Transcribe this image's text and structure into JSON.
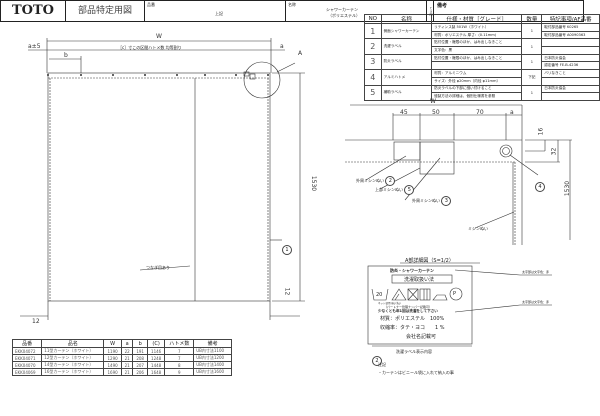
{
  "spec_table": {
    "headers": [
      "NO",
      "名称",
      "仕様・材質［グレード］",
      "数量",
      "特記事項/AF品番"
    ],
    "rows": [
      {
        "no": "1",
        "name": "側面シャワーカーテン",
        "spec": [
          "リティンス製 501W（ホワイト）",
          "材質：ポリエステル 厚さ：(0.11mm)"
        ],
        "qty": "1",
        "note": [
          "取付部品番号 K0265",
          "取付部品番号 A0090363"
        ]
      },
      {
        "no": "2",
        "name": "洗濯ラベル",
        "spec": [
          "貼付位置・権限のほか、はみ出しなきこと",
          "文字色：黒"
        ],
        "qty": "1",
        "note": [
          "",
          ""
        ]
      },
      {
        "no": "3",
        "name": "防炎ラベル",
        "spec": [
          "貼付位置・権限のほか、はみ出しなきこと",
          ""
        ],
        "qty": "1",
        "note": [
          "日本防炎協会",
          "認定番号 FE-B-4236"
        ]
      },
      {
        "no": "4",
        "name": "アルミハトメ",
        "spec": [
          "材質：アルミニウム",
          "サイズ：外径 φ20mm（内径 φ11mm）"
        ],
        "qty": "下記",
        "note": [
          "バリなきこと",
          ""
        ]
      },
      {
        "no": "5",
        "name": "補助ラベル",
        "spec": [
          "防炎ラベルの下部に縫い付けること",
          "縫製方法の詳細は、個別仕様書を参照"
        ],
        "qty": "1",
        "note": [
          "日本防炎協会",
          ""
        ]
      }
    ]
  },
  "main_drawing": {
    "dim_w": "W",
    "dim_a_left": "a±5",
    "dim_a_right": "a",
    "dim_c_note": "［c］寸この区間ハトメ数 均等割り",
    "dim_b": "b",
    "dim_height": "1530",
    "dim_bottom_left": "12",
    "dim_bottom_right": "12",
    "joint_note": "つなぎ目あり",
    "callout_1": "1",
    "detail_marker": "A"
  },
  "detail_a": {
    "dim_w": "W",
    "dims_top": [
      "45",
      "50",
      "70",
      "a"
    ],
    "dims_right": [
      "16",
      "32"
    ],
    "dim_height": "1530",
    "callouts": [
      {
        "label": "外周ミシンぬい",
        "no": "2"
      },
      {
        "label": "上部ミシンぬい",
        "no": "5"
      },
      {
        "label": "外周ミシンぬい",
        "no": "3"
      },
      {
        "label": "",
        "no": "4"
      },
      {
        "label": "ミシンぬい",
        "no": ""
      }
    ],
    "title": "A部詳細図（S=1/2）"
  },
  "wash_label": {
    "line1": "防炎・シャワーカーテン",
    "line2": "洗濯取扱い法",
    "wash_temp": "20",
    "small_note": "ネット使用 弱い洗い",
    "line3": "（パートナー管理ナンバー記載可）",
    "line4": "少なくとも年1回は洗濯をして下さい",
    "line5": "材質：ポリエステル　100%",
    "line6": "収縮率：タテ・ヨコ　　1 %",
    "line7": "会社名記載可",
    "annotation_1": "太字部は文字色：赤",
    "annotation_2": "太字部は文字色：赤",
    "caption_no": "2",
    "caption": "洗濯ラベル表示内容",
    "notes_title": "注記",
    "notes": [
      "・カーテンはビニール袋に入れて納入の事"
    ]
  },
  "parts_table": {
    "headers": [
      "品番",
      "品名",
      "W",
      "a",
      "b",
      "(C)",
      "ハトメ数",
      "備考"
    ],
    "rows": [
      [
        "EKK04072",
        "11型カーテン（ホワイト）",
        "1190",
        "22",
        "191",
        "1146",
        "7",
        "UB内寸法1100"
      ],
      [
        "EKK04071",
        "12型カーテン（ホワイト）",
        "1290",
        "21",
        "208",
        "1248",
        "7",
        "UB内寸法1200"
      ],
      [
        "EKK04070",
        "14型カーテン（ホワイト）",
        "1490",
        "21",
        "207",
        "1448",
        "8",
        "UB内寸法1400"
      ],
      [
        "EKK04069",
        "16型カーテン（ホワイト）",
        "1690",
        "21",
        "206",
        "1648",
        "9",
        "UB内寸法1600"
      ]
    ]
  },
  "title_block": {
    "logo": "TOTO",
    "doc_type": "部品特定用図",
    "part_no_label": "品番",
    "part_no_value": "上記",
    "name_label": "名称",
    "name_value_1": "シャワーカーテン",
    "name_value_2": "（ポリエステル）",
    "vertical_label": "ｔａ内",
    "remarks_label": "備考"
  }
}
